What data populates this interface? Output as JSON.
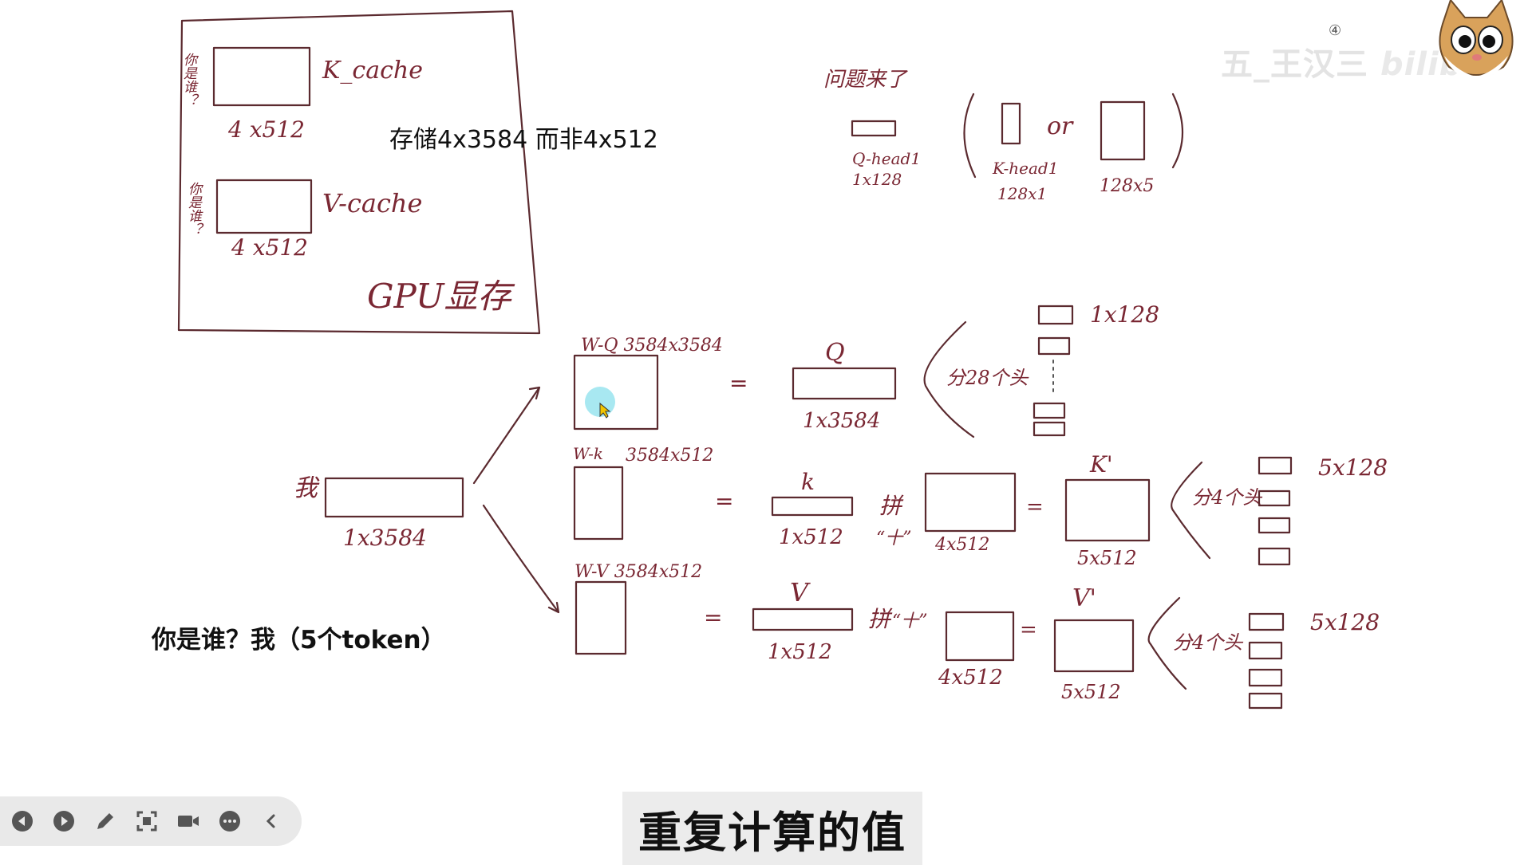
{
  "notes": {
    "storage": "存储4x3584 而非4x512",
    "who_tokens": "你是谁？我（5个token）"
  },
  "subtitle": "重复计算的值",
  "watermark": {
    "page_number": "④",
    "channel": "五_王汉三",
    "brand": "bilibili"
  },
  "gpu_box": {
    "k_question": "你是谁？",
    "k_label": "K_cache",
    "k_dim": "4 x512",
    "v_question": "你是谁？",
    "v_label": "V-cache",
    "v_dim": "4 x512",
    "title": "GPU显存"
  },
  "problem": {
    "title": "问题来了",
    "q_label": "Q-head1",
    "q_dim": "1x128",
    "or_word": "or",
    "k_label": "K-head1",
    "k_dim": "128x1",
    "k2_dim": "128x5"
  },
  "input": {
    "token": "我",
    "dim": "1x3584"
  },
  "wq": {
    "label": "W-Q 3584x3584",
    "eq": "=",
    "q_label": "Q",
    "q_dim": "1x3584",
    "split": "分28个头",
    "head_dim": "1x128"
  },
  "wk": {
    "label": "W-k",
    "dim": "3584x512",
    "eq": "=",
    "k_label": "k",
    "k_dim": "1x512",
    "concat": "拼",
    "quote": "“十”",
    "cache_dim": "4x512",
    "eq2": "=",
    "kp_label": "K'",
    "kp_dim": "5x512",
    "split": "分4个头",
    "head_dim": "5x128"
  },
  "wv": {
    "label": "W-V 3584x512",
    "eq": "=",
    "v_label": "V",
    "v_dim": "1x512",
    "concat": "拼",
    "quote": "“十”",
    "cache_dim": "4x512",
    "eq2": "=",
    "vp_label": "V'",
    "vp_dim": "5x512",
    "split": "分4个头",
    "head_dim": "5x128"
  },
  "toolbar": {
    "icons": [
      "prev-icon",
      "play-icon",
      "pen-icon",
      "focus-icon",
      "camera-icon",
      "more-icon",
      "collapse-icon"
    ]
  }
}
